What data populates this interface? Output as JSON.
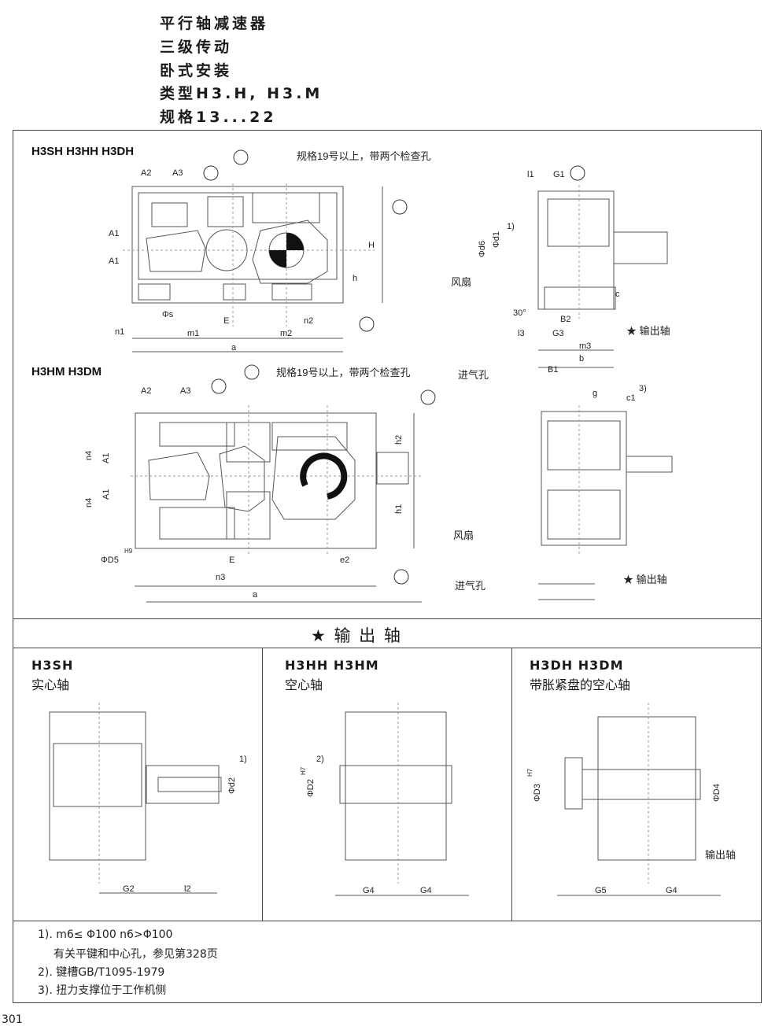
{
  "header": {
    "lines": [
      "平行轴减速器",
      "三级传动",
      "卧式安装",
      "类型H3.H, H3.M",
      "规格13...22"
    ]
  },
  "upper": {
    "h3sh_title": "H3SH H3HH H3DH",
    "h3hm_title": "H3HM H3DM",
    "inspection_note": "规格19号以上，带两个检查孔",
    "fan": "风扇",
    "intake": "进气孔",
    "output_shaft": "★ 输出轴",
    "labels_top": {
      "A2": "A2",
      "A3": "A3",
      "A1": "A1",
      "H": "H",
      "h": "h",
      "phis": "Φs",
      "E": "E",
      "n1": "n1",
      "n2": "n2",
      "m1": "m1",
      "m2": "m2",
      "a": "a"
    },
    "labels_side": {
      "l1": "l1",
      "G1": "G1",
      "phid6": "Φd6",
      "phid1": "Φd1",
      "note1": "1)",
      "c": "c",
      "deg30": "30°",
      "B2": "B2",
      "l3": "l3",
      "G3": "G3",
      "m3": "m3",
      "b": "b",
      "B1": "B1",
      "g": "g",
      "c1": "c1",
      "note3": "3)"
    },
    "labels_bottom": {
      "n4": "n4",
      "h2": "h2",
      "h1": "h1",
      "phiD5": "ΦD5",
      "H9": "H9",
      "e2": "e2",
      "n3": "n3"
    }
  },
  "output_section": {
    "title": "★  输  出  轴",
    "panels": [
      {
        "title": "H3SH",
        "subtitle": "实心轴",
        "dims": [
          "G2",
          "l2"
        ],
        "diam": "Φd2",
        "note": "1)"
      },
      {
        "title": "H3HH H3HM",
        "subtitle": "空心轴",
        "dims": [
          "G4",
          "G4"
        ],
        "diam": "ΦD2",
        "tol": "H7",
        "note": "2)"
      },
      {
        "title": "H3DH H3DM",
        "subtitle": "带胀紧盘的空心轴",
        "dims": [
          "G5",
          "G4"
        ],
        "diam": "ΦD3",
        "diam2": "ΦD4",
        "tol": "H7",
        "out": "输出轴"
      }
    ]
  },
  "footnotes": [
    "1). m6≤ Φ100  n6>Φ100",
    "有关平键和中心孔，参见第328页",
    "2). 键槽GB/T1095-1979",
    "3). 扭力支撑位于工作机侧"
  ],
  "page_number": "301"
}
